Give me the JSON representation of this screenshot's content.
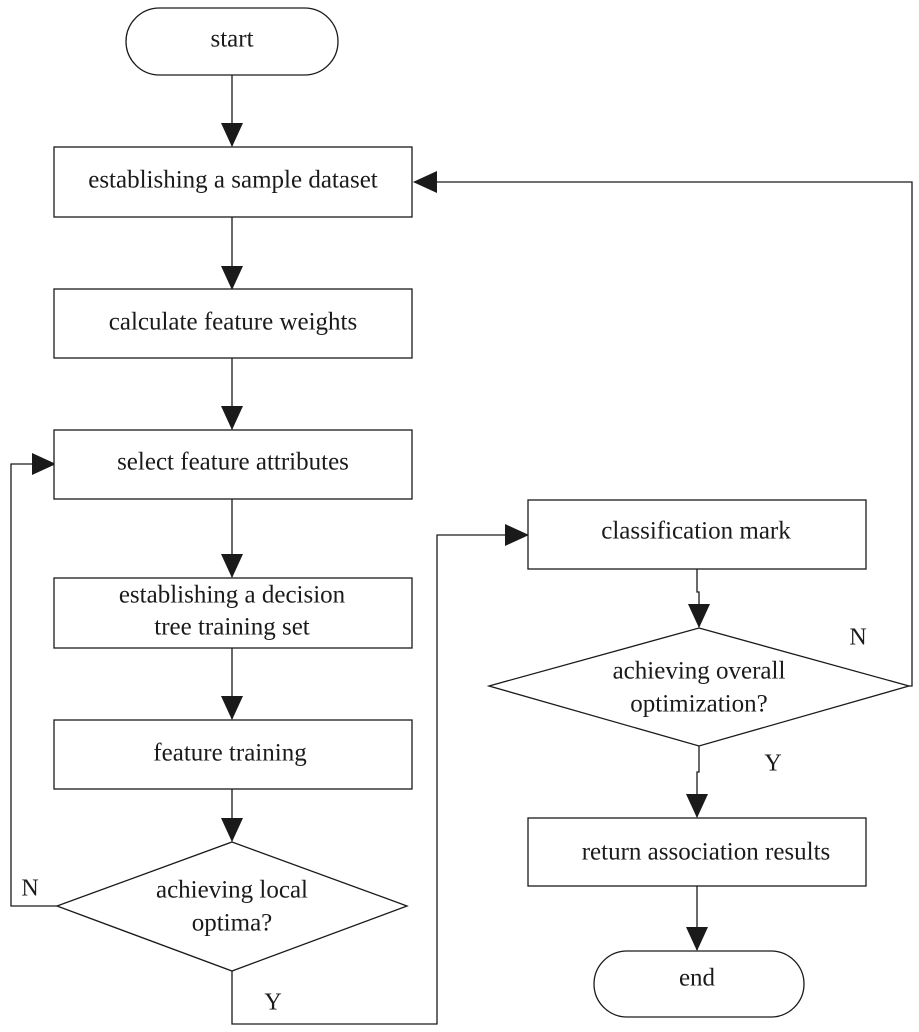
{
  "nodes": {
    "start": "start",
    "establish_dataset": "establishing a sample dataset",
    "calc_weights": "calculate feature weights",
    "select_attributes": "select feature attributes",
    "decision_tree_line1": "establishing a decision",
    "decision_tree_line2": "tree training set",
    "feature_training": "feature training",
    "local_optima_line1": "achieving local",
    "local_optima_line2": "optima?",
    "classification_mark": "classification mark",
    "overall_opt_line1": "achieving overall",
    "overall_opt_line2": "optimization?",
    "return_results": "return association results",
    "end": "end"
  },
  "edge_labels": {
    "local_no": "N",
    "local_yes": "Y",
    "overall_no": "N",
    "overall_yes": "Y"
  }
}
